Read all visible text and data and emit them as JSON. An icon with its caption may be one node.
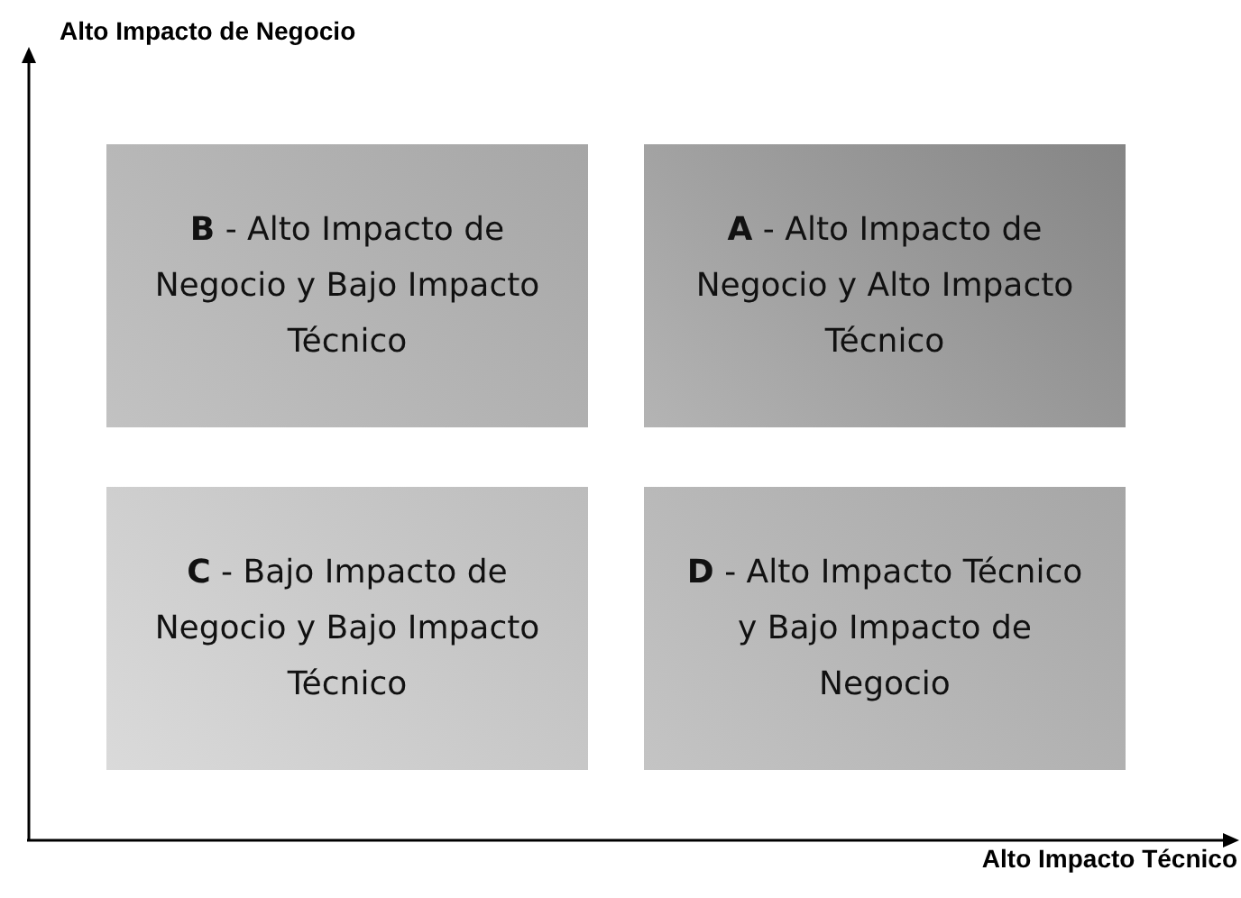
{
  "diagram": {
    "nodes": [
      {
        "text": [
          "**B** - Alto Impacto de Negocio y Bajo Impacto Técnico"
        ]
      },
      {
        "text": [
          "**A** - Alto Impacto de Negocio y Alto Impacto Técnico"
        ]
      },
      {
        "text": [
          "**C** - Bajo Impacto de Negocio y Bajo Impacto Técnico"
        ]
      },
      {
        "text": [
          "**D** - Alto Impacto Técnico y Bajo Impacto de Negocio"
        ]
      }
    ],
    "labels": [
      "Alto Impacto de Negocio",
      "Alto Impacto Técnico"
    ]
  }
}
